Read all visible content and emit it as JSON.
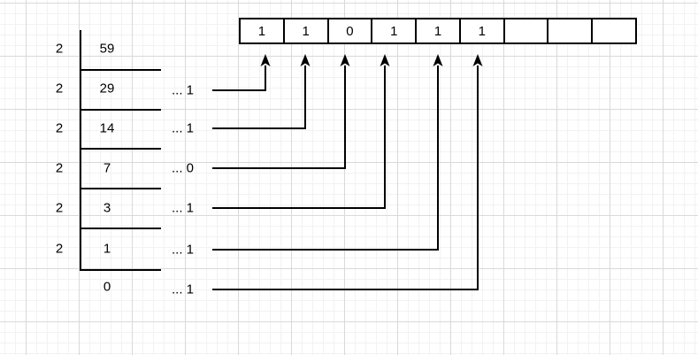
{
  "canvas": {
    "background": "#ffffff",
    "grid_minor_color": "#f2f2f2",
    "grid_major_color": "#d9d9d9",
    "stroke_color": "#000000"
  },
  "binary_row": {
    "cells": [
      "1",
      "1",
      "0",
      "1",
      "1",
      "1",
      "",
      "",
      ""
    ]
  },
  "division": {
    "rows": [
      {
        "divisor": "2",
        "value": "59",
        "remainder": ""
      },
      {
        "divisor": "2",
        "value": "29",
        "remainder": "... 1"
      },
      {
        "divisor": "2",
        "value": "14",
        "remainder": "... 1"
      },
      {
        "divisor": "2",
        "value": "7",
        "remainder": "... 0"
      },
      {
        "divisor": "2",
        "value": "3",
        "remainder": "... 1"
      },
      {
        "divisor": "2",
        "value": "1",
        "remainder": "... 1"
      },
      {
        "divisor": "",
        "value": "0",
        "remainder": "... 1"
      }
    ]
  }
}
